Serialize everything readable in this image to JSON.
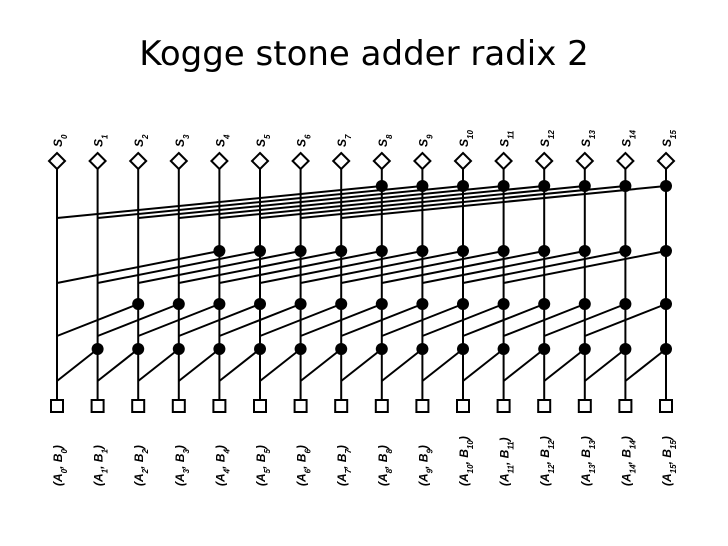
{
  "title": "Kogge stone adder radix 2",
  "outputs": [
    {
      "base": "S",
      "sub": "0"
    },
    {
      "base": "S",
      "sub": "1"
    },
    {
      "base": "S",
      "sub": "2"
    },
    {
      "base": "S",
      "sub": "3"
    },
    {
      "base": "S",
      "sub": "4"
    },
    {
      "base": "S",
      "sub": "5"
    },
    {
      "base": "S",
      "sub": "6"
    },
    {
      "base": "S",
      "sub": "7"
    },
    {
      "base": "S",
      "sub": "8"
    },
    {
      "base": "S",
      "sub": "9"
    },
    {
      "base": "S",
      "sub": "10"
    },
    {
      "base": "S",
      "sub": "11"
    },
    {
      "base": "S",
      "sub": "12"
    },
    {
      "base": "S",
      "sub": "13"
    },
    {
      "base": "S",
      "sub": "14"
    },
    {
      "base": "S",
      "sub": "15"
    }
  ],
  "inputs": [
    {
      "a": "A",
      "b": "B",
      "sub": "0"
    },
    {
      "a": "A",
      "b": "B",
      "sub": "1"
    },
    {
      "a": "A",
      "b": "B",
      "sub": "2"
    },
    {
      "a": "A",
      "b": "B",
      "sub": "3"
    },
    {
      "a": "A",
      "b": "B",
      "sub": "4"
    },
    {
      "a": "A",
      "b": "B",
      "sub": "5"
    },
    {
      "a": "A",
      "b": "B",
      "sub": "6"
    },
    {
      "a": "A",
      "b": "B",
      "sub": "7"
    },
    {
      "a": "A",
      "b": "B",
      "sub": "8"
    },
    {
      "a": "A",
      "b": "B",
      "sub": "9"
    },
    {
      "a": "A",
      "b": "B",
      "sub": "10"
    },
    {
      "a": "A",
      "b": "B",
      "sub": "11"
    },
    {
      "a": "A",
      "b": "B",
      "sub": "12"
    },
    {
      "a": "A",
      "b": "B",
      "sub": "13"
    },
    {
      "a": "A",
      "b": "B",
      "sub": "14"
    },
    {
      "a": "A",
      "b": "B",
      "sub": "15"
    }
  ],
  "stages": [
    1,
    2,
    4,
    8
  ]
}
